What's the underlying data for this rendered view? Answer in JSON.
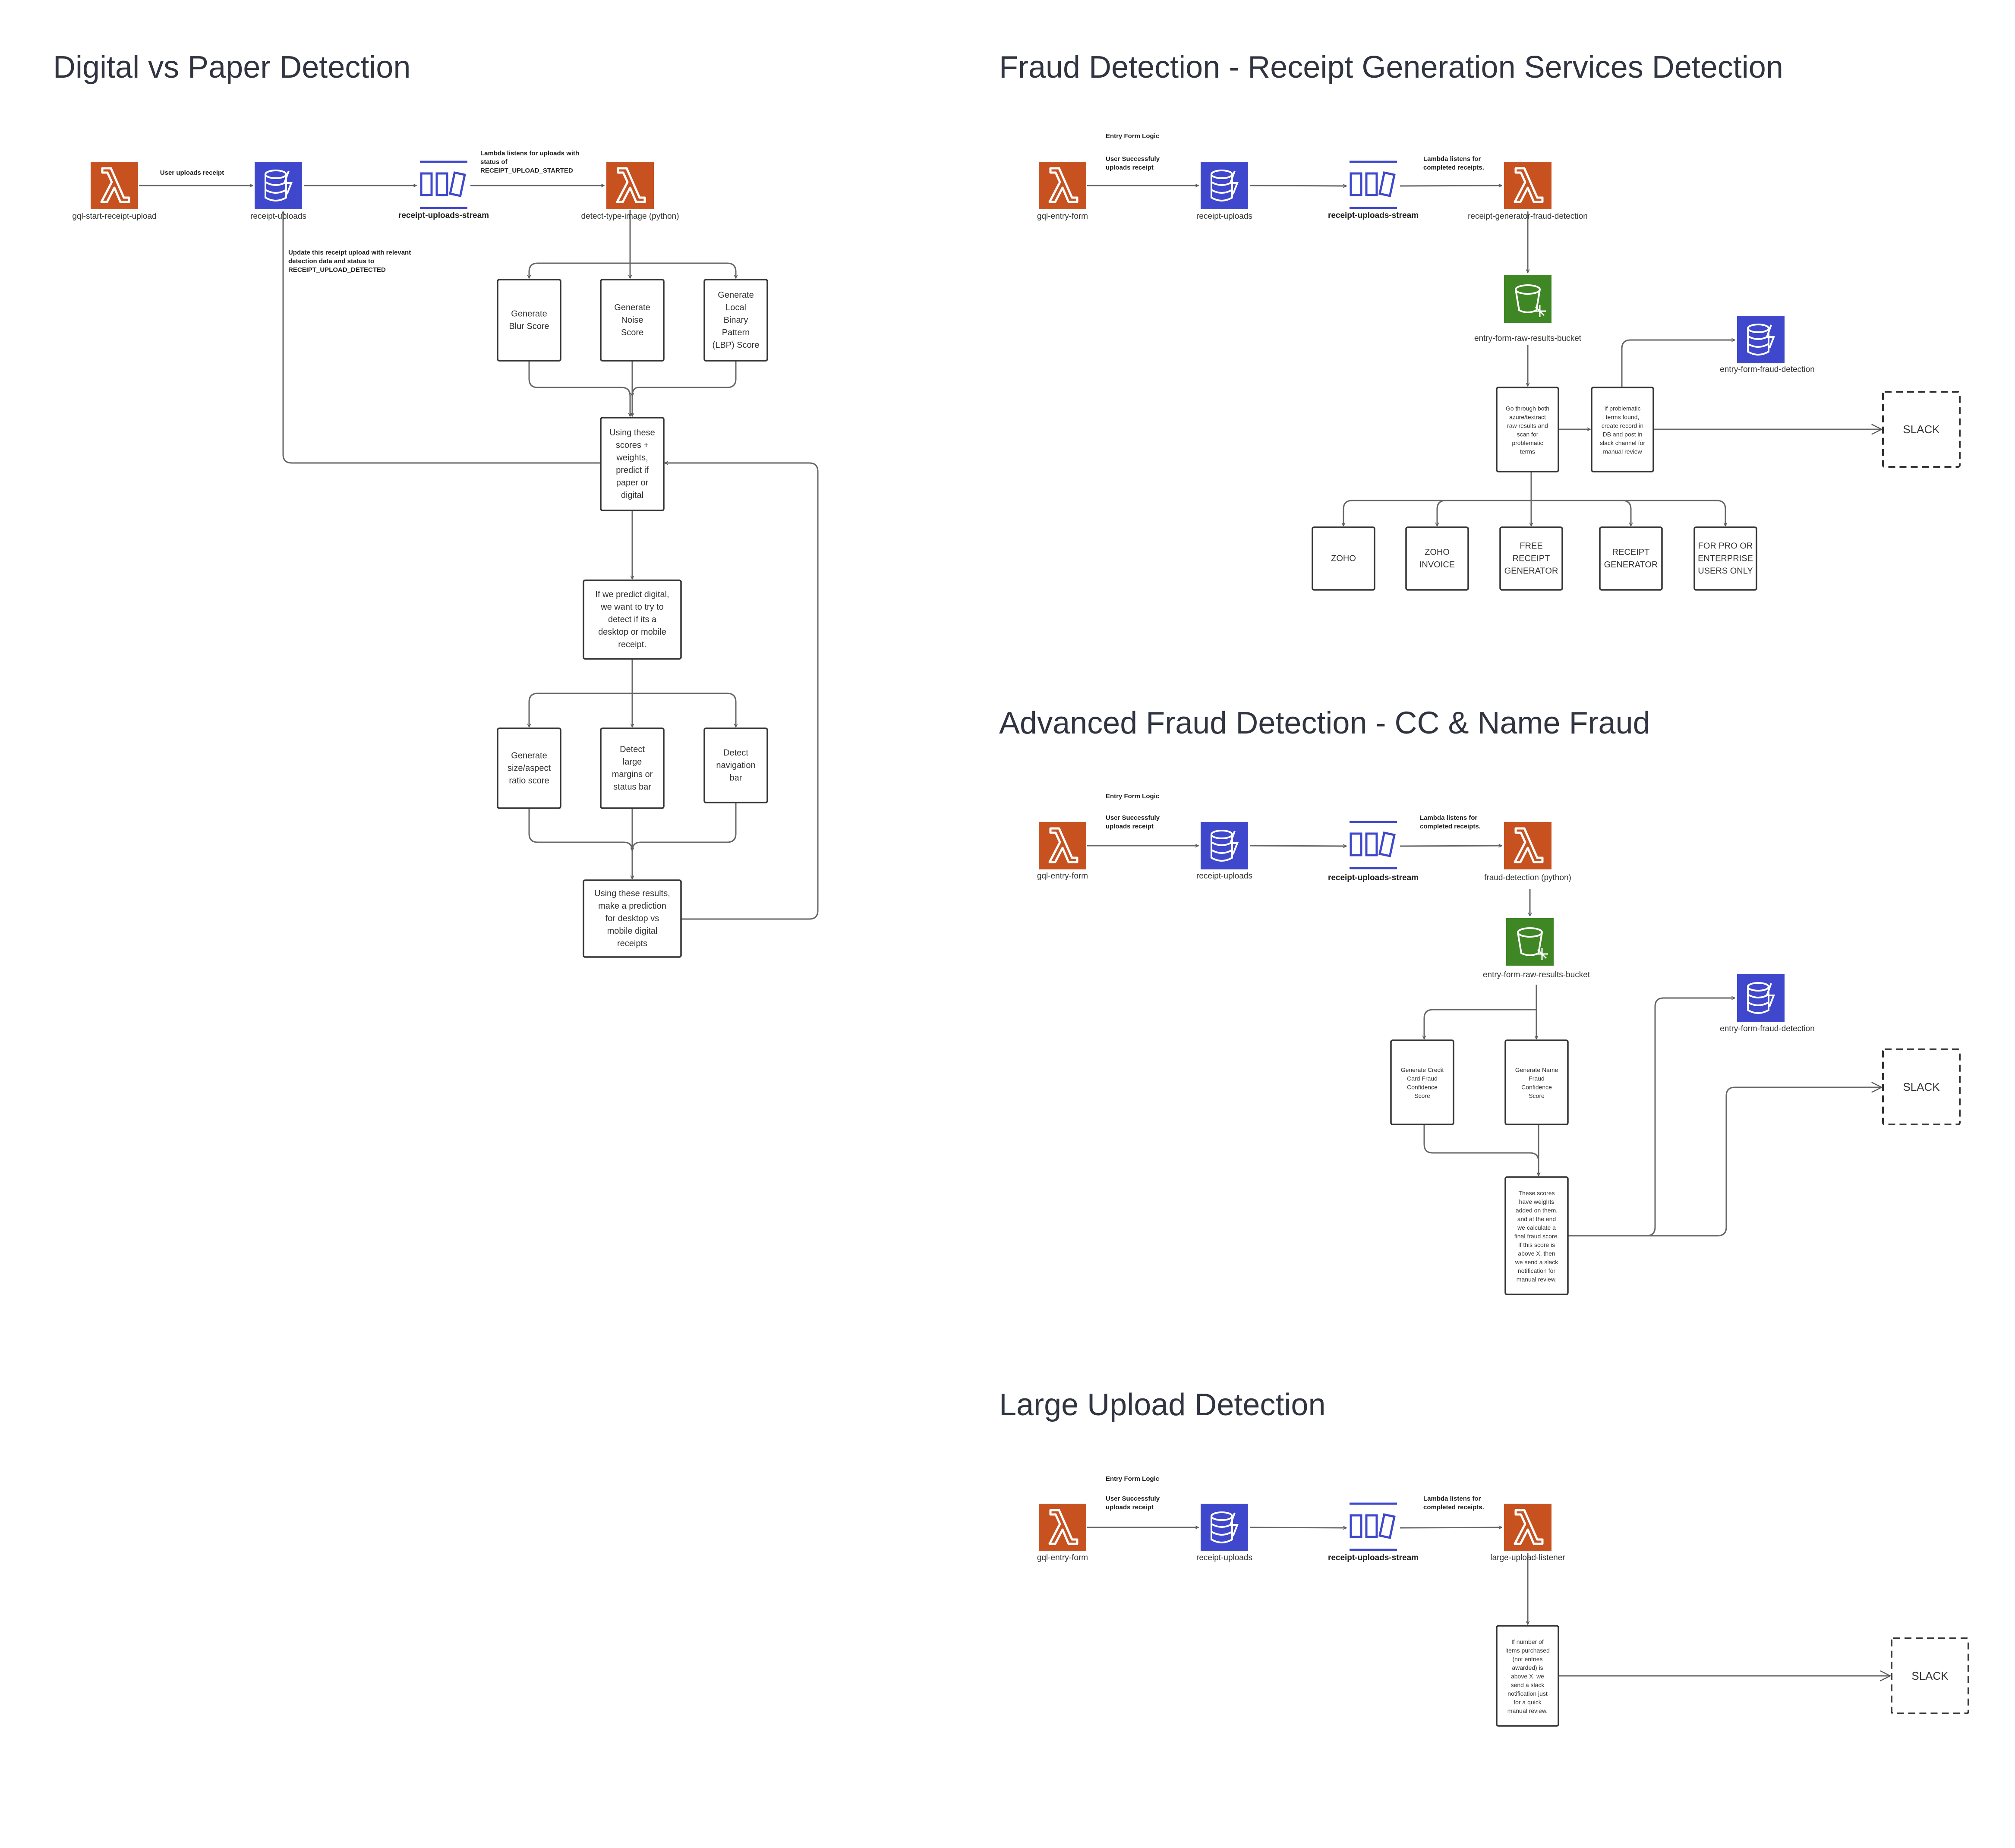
{
  "sections": {
    "digital_vs_paper": "Digital vs Paper Detection",
    "receipt_services": "Fraud Detection - Receipt Generation Services Detection",
    "advanced": "Advanced Fraud Detection - CC & Name Fraud",
    "large_upload": "Large Upload Detection"
  },
  "d1": {
    "n_start": "gql-start-receipt-upload",
    "n_uploads": "receipt-uploads",
    "n_stream": "receipt-uploads-stream",
    "n_detect": "detect-type-image (python)",
    "e_user": "User uploads receipt",
    "e_lambda": [
      "Lambda listens for uploads with",
      "status of",
      "RECEIPT_UPLOAD_STARTED"
    ],
    "e_update": [
      "Update this receipt upload with relevant",
      "detection data and status to",
      "RECEIPT_UPLOAD_DETECTED"
    ],
    "b_blur": [
      "Generate",
      "Blur Score"
    ],
    "b_noise": [
      "Generate",
      "Noise",
      "Score"
    ],
    "b_lbp": [
      "Generate",
      "Local",
      "Binary",
      "Pattern",
      "(LBP) Score"
    ],
    "b_predict": [
      "Using these",
      "scores +",
      "weights,",
      "predict if",
      "paper or",
      "digital"
    ],
    "b_digital": [
      "If we predict digital,",
      "we want to try to",
      "detect if its a",
      "desktop or mobile",
      "receipt."
    ],
    "b_size": [
      "Generate",
      "size/aspect",
      "ratio score"
    ],
    "b_margins": [
      "Detect",
      "large",
      "margins or",
      "status bar"
    ],
    "b_nav": [
      "Detect",
      "navigation",
      "bar"
    ],
    "b_results": [
      "Using these results,",
      "make a prediction",
      "for desktop vs",
      "mobile digital",
      "receipts"
    ]
  },
  "d2": {
    "n_form": "gql-entry-form",
    "n_uploads": "receipt-uploads",
    "n_stream": "receipt-uploads-stream",
    "n_lambda": "receipt-generator-fraud-detection",
    "n_bucket": "entry-form-raw-results-bucket",
    "n_db": "entry-form-fraud-detection",
    "e_logic": "Entry Form Logic",
    "e_user": [
      "User Successfuly",
      "uploads receipt"
    ],
    "e_lambda": [
      "Lambda listens for",
      "completed receipts."
    ],
    "b_scan": [
      "Go through both",
      "azure/textract",
      "raw results and",
      "scan for",
      "problematic",
      "terms"
    ],
    "b_terms": [
      "If problematic",
      "terms found,",
      "create record in",
      "DB and post in",
      "slack channel for",
      "manual review"
    ],
    "slack": "SLACK",
    "b_zoho": [
      "ZOHO"
    ],
    "b_zoho_inv": [
      "ZOHO",
      "INVOICE"
    ],
    "b_free": [
      "FREE",
      "RECEIPT",
      "GENERATOR"
    ],
    "b_gen": [
      "RECEIPT",
      "GENERATOR"
    ],
    "b_pro": [
      "FOR PRO OR",
      "ENTERPRISE",
      "USERS ONLY"
    ]
  },
  "d3": {
    "n_form": "gql-entry-form",
    "n_uploads": "receipt-uploads",
    "n_stream": "receipt-uploads-stream",
    "n_lambda": "fraud-detection (python)",
    "n_bucket": "entry-form-raw-results-bucket",
    "n_db": "entry-form-fraud-detection",
    "e_logic": "Entry Form Logic",
    "e_user": [
      "User Successfuly",
      "uploads receipt"
    ],
    "e_lambda": [
      "Lambda listens for",
      "completed receipts."
    ],
    "b_cc": [
      "Generate Credit",
      "Card Fraud",
      "Confidence",
      "Score"
    ],
    "b_name": [
      "Generate Name",
      "Fraud",
      "Confidence",
      "Score"
    ],
    "b_scores": [
      "These scores",
      "have weights",
      "added on them,",
      "and at the end",
      "we calculate a",
      "final fraud score.",
      "If this score is",
      "above X, then",
      "we send a slack",
      "notification for",
      "manual review."
    ],
    "slack": "SLACK"
  },
  "d4": {
    "n_form": "gql-entry-form",
    "n_uploads": "receipt-uploads",
    "n_stream": "receipt-uploads-stream",
    "n_lambda": "large-upload-listener",
    "e_logic": "Entry Form Logic",
    "e_user": [
      "User Successfuly",
      "uploads receipt"
    ],
    "e_lambda": [
      "Lambda listens for",
      "completed receipts."
    ],
    "b_items": [
      "If number of",
      "items purchased",
      "(not entries",
      "awarded) is",
      "above X, we",
      "send a slack",
      "notification just",
      "for a quick",
      "manual review."
    ],
    "slack": "SLACK"
  },
  "colors": {
    "lambda": "#C7511F",
    "dynamodb": "#3F48CC",
    "kinesis": "#3F48CC",
    "s3": "#3F8624",
    "title": "#2f3440"
  }
}
